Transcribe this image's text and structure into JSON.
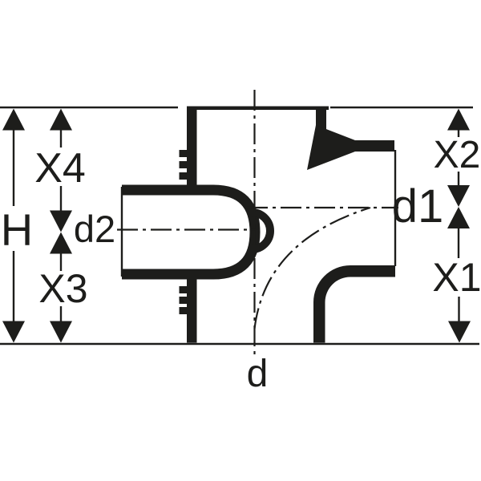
{
  "colors": {
    "ink": "#1d1d1b",
    "background": "#ffffff"
  },
  "diagram": {
    "left_dimensions": {
      "overall_height": "H",
      "upper_span": "X4",
      "lower_span": "X3",
      "left_socket_diameter": "d2"
    },
    "right_dimensions": {
      "upper_span": "X2",
      "lower_span": "X1",
      "right_socket_diameter": "d1"
    },
    "bottom_dimension": {
      "outlet_diameter": "d"
    }
  }
}
